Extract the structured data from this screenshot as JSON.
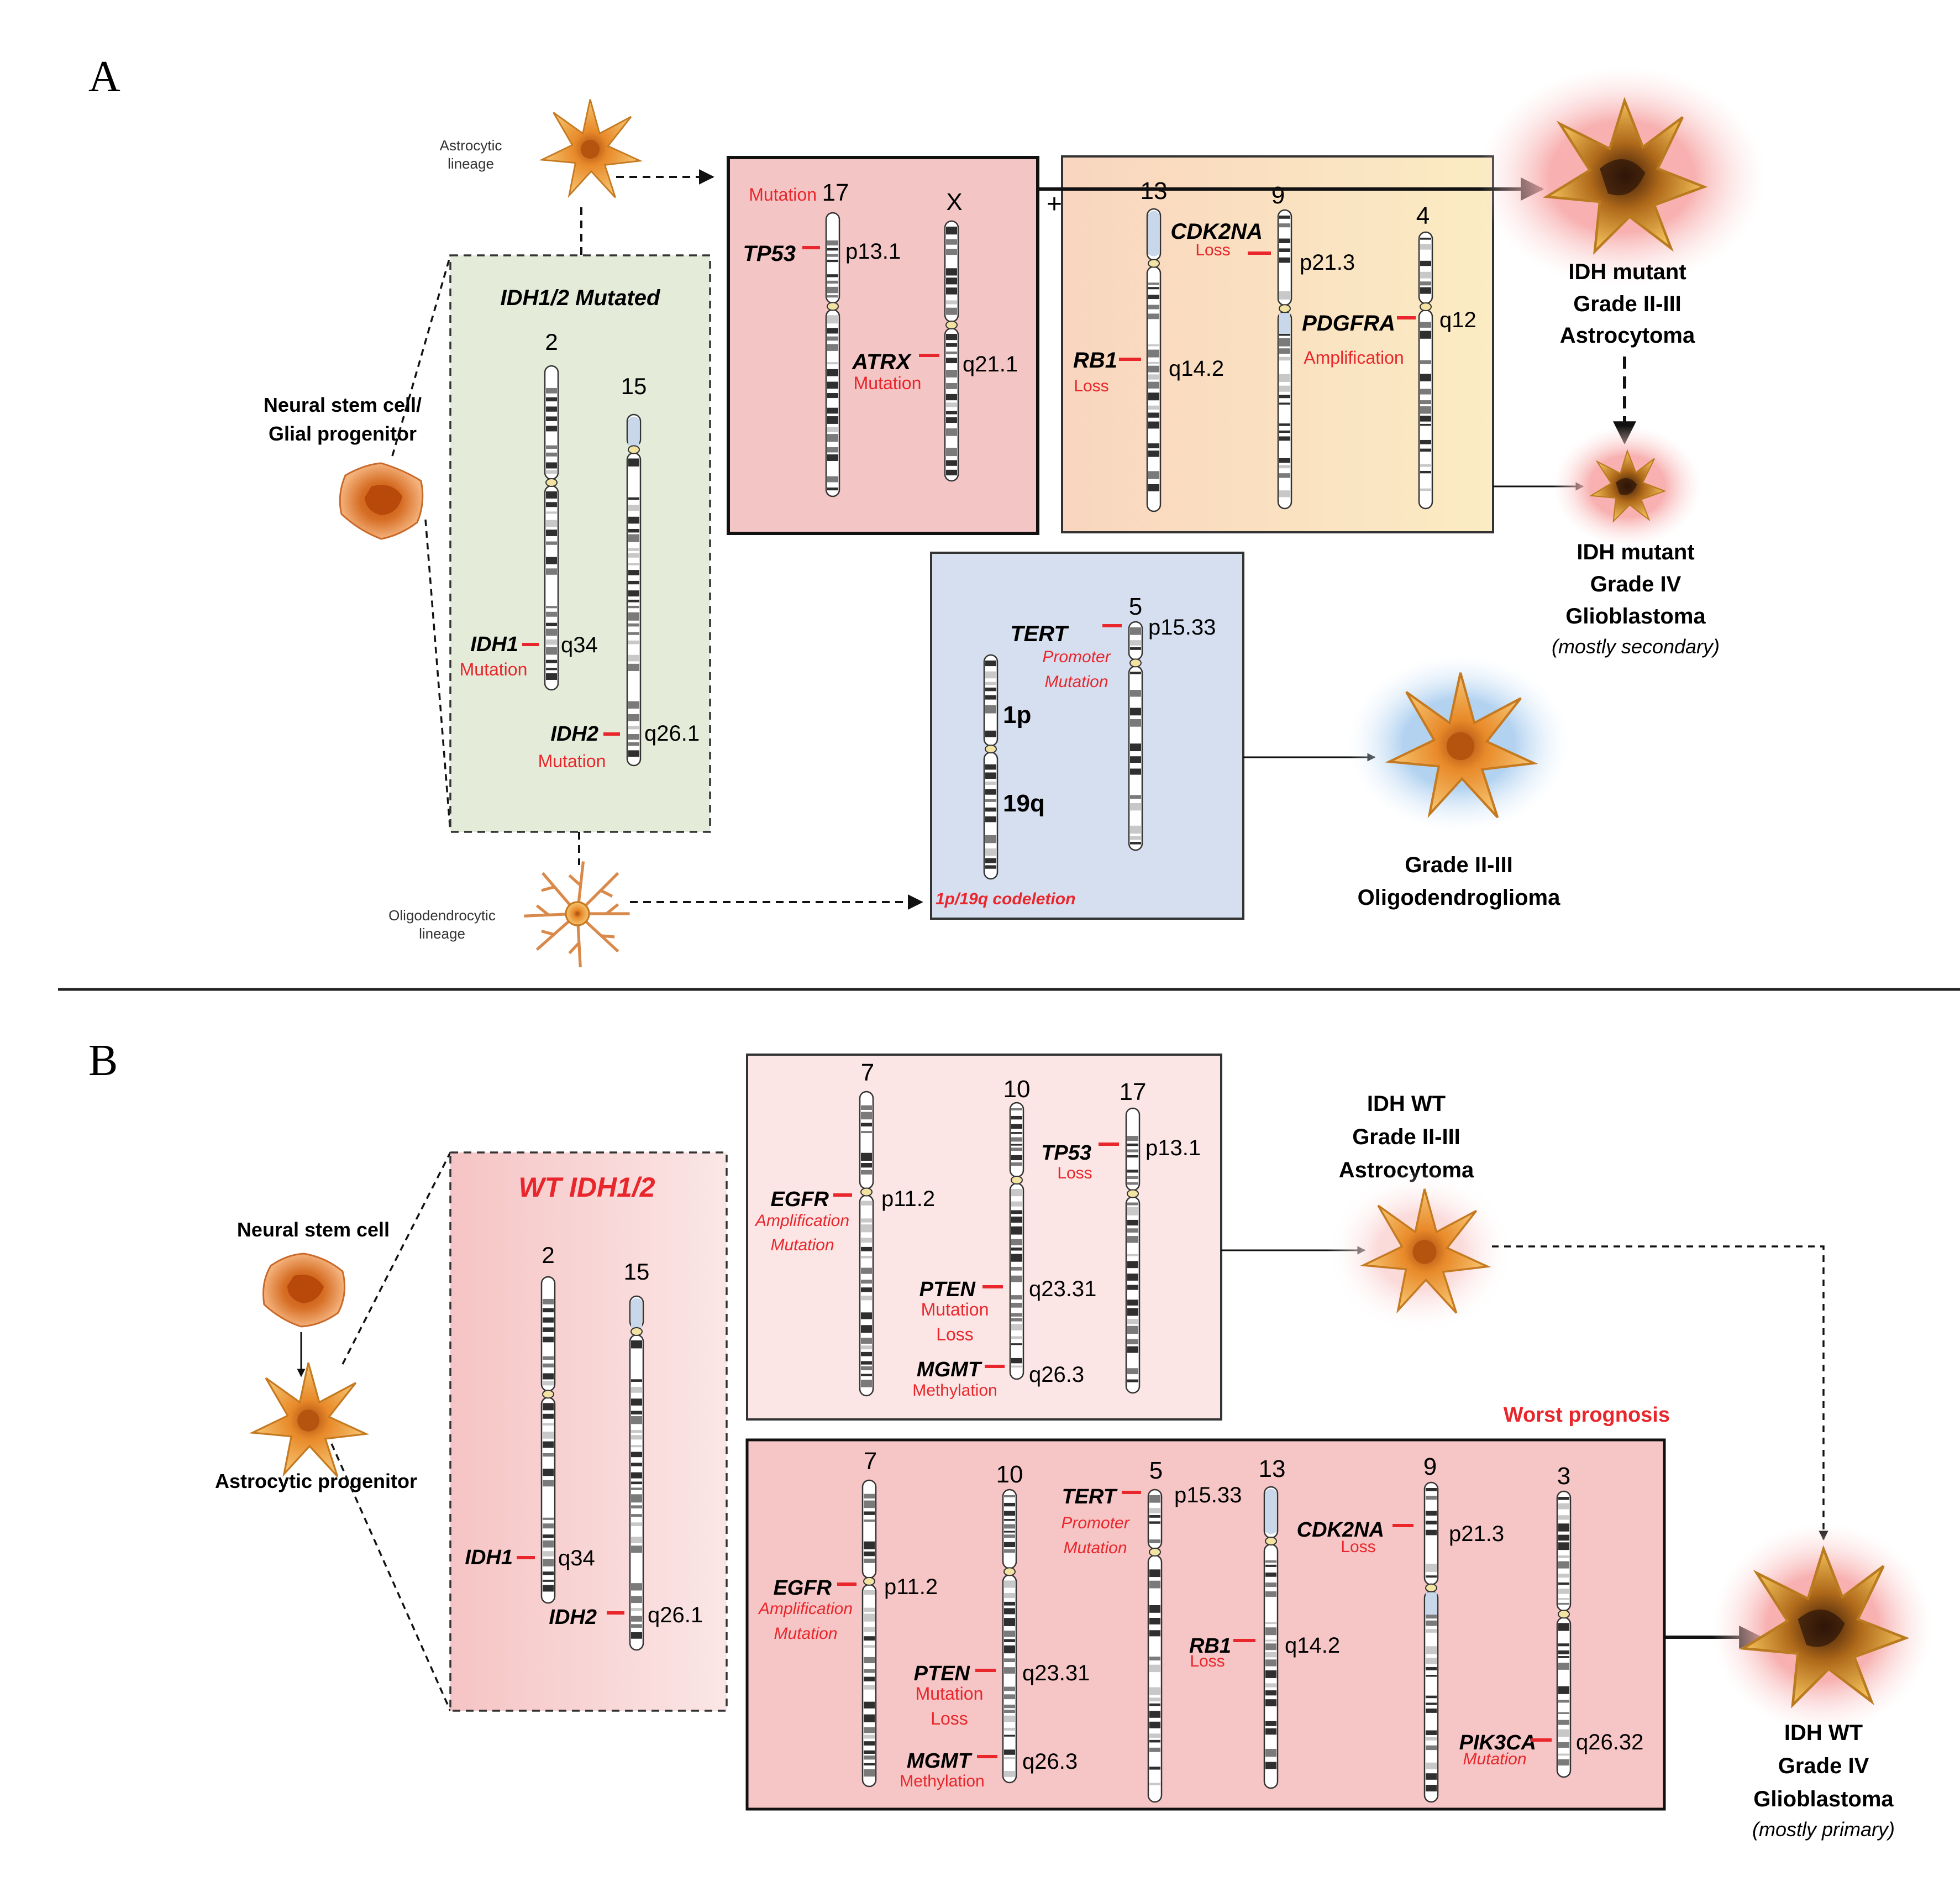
{
  "panel_a": {
    "letter": "A",
    "astro_lineage": [
      "Astrocytic",
      "lineage"
    ],
    "oligo_lineage": [
      "Oligodendrocytic",
      "lineage"
    ],
    "stem": [
      "Neural stem cell/",
      "Glial progenitor"
    ],
    "idh_box": {
      "title": "IDH1/2 Mutated",
      "chr2": "2",
      "chr15": "15",
      "idh1": "IDH1",
      "idh1_band": "q34",
      "idh1_note": "Mutation",
      "idh2": "IDH2",
      "idh2_band": "q26.1",
      "idh2_note": "Mutation"
    },
    "tp53_box": {
      "mutation_label": "Mutation",
      "chr17": "17",
      "chrX": "X",
      "tp53": "TP53",
      "tp53_band": "p13.1",
      "atrx": "ATRX",
      "atrx_note": "Mutation",
      "atrx_band": "q21.1",
      "plus": "+"
    },
    "cdk_box": {
      "chr13": "13",
      "chr9": "9",
      "chr4": "4",
      "cdk": "CDK2NA",
      "cdk_note": "Loss",
      "cdk_band": "p21.3",
      "rb1": "RB1",
      "rb1_note": "Loss",
      "rb1_band": "q14.2",
      "pdgfra": "PDGFRA",
      "pdgfra_note": "Amplification",
      "pdgfra_band": "q12"
    },
    "codel_box": {
      "chr5": "5",
      "tert": "TERT",
      "tert_note": [
        "Promoter",
        "Mutation"
      ],
      "tert_band": "p15.33",
      "p1": "1p",
      "q19": "19q",
      "codel": "1p/19q codeletion"
    },
    "outcome_astro": [
      "IDH mutant",
      "Grade II-III",
      "Astrocytoma"
    ],
    "outcome_gbm": [
      "IDH mutant",
      "Grade IV",
      "Glioblastoma"
    ],
    "outcome_gbm_note": "(mostly secondary)",
    "outcome_oligo": [
      "Grade II-III",
      "Oligodendroglioma"
    ]
  },
  "panel_b": {
    "letter": "B",
    "stem": "Neural stem cell",
    "progenitor": "Astrocytic progenitor",
    "wt_box": {
      "title": "WT IDH1/2",
      "chr2": "2",
      "chr15": "15",
      "idh1": "IDH1",
      "idh1_band": "q34",
      "idh2": "IDH2",
      "idh2_band": "q26.1"
    },
    "upper_box": {
      "chr7": "7",
      "chr10": "10",
      "chr17": "17",
      "egfr": "EGFR",
      "egfr_note": [
        "Amplification",
        "Mutation"
      ],
      "egfr_band": "p11.2",
      "pten": "PTEN",
      "pten_note": [
        "Mutation",
        "Loss"
      ],
      "pten_band": "q23.31",
      "mgmt": "MGMT",
      "mgmt_note": "Methylation",
      "mgmt_band": "q26.3",
      "tp53": "TP53",
      "tp53_note": "Loss",
      "tp53_band": "p13.1"
    },
    "worst": "Worst prognosis",
    "lower_box": {
      "chr7": "7",
      "chr10": "10",
      "chr5": "5",
      "chr13": "13",
      "chr9": "9",
      "chr3": "3",
      "egfr": "EGFR",
      "egfr_note": [
        "Amplification",
        "Mutation"
      ],
      "egfr_band": "p11.2",
      "pten": "PTEN",
      "pten_note": [
        "Mutation",
        "Loss"
      ],
      "pten_band": "q23.31",
      "mgmt": "MGMT",
      "mgmt_note": "Methylation",
      "mgmt_band": "q26.3",
      "tert": "TERT",
      "tert_note": [
        "Promoter",
        "Mutation"
      ],
      "tert_band": "p15.33",
      "rb1": "RB1",
      "rb1_note": "Loss",
      "rb1_band": "q14.2",
      "cdk": "CDK2NA",
      "cdk_note": "Loss",
      "cdk_band": "p21.3",
      "pik": "PIK3CA",
      "pik_note": "Mutation",
      "pik_band": "q26.32"
    },
    "outcome_astro": [
      "IDH WT",
      "Grade II-III",
      "Astrocytoma"
    ],
    "outcome_gbm": [
      "IDH WT",
      "Grade IV",
      "Glioblastoma"
    ],
    "outcome_gbm_note": "(mostly primary)"
  },
  "colors": {
    "red": "#e8262b",
    "box_green": "#e4ecd9",
    "box_pink": "#f4c5c5",
    "box_peach": "#fbe4c8",
    "box_blue": "#d6dff0",
    "box_wt": "#f8d3d3",
    "box_light": "#fbe5e5",
    "cell_orange": "#e8a33a"
  }
}
